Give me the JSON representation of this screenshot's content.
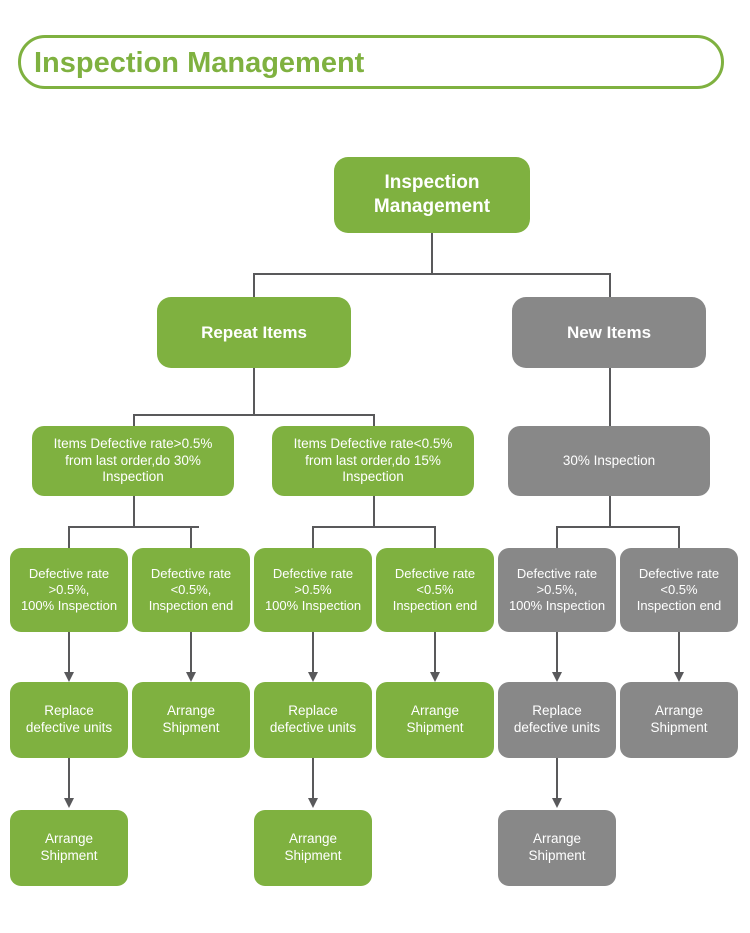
{
  "header": {
    "title": "Inspection Management"
  },
  "colors": {
    "green": "#7fb140",
    "gray": "#888888",
    "connector": "#59595b",
    "header_text": "#7fb140",
    "node_text": "#ffffff",
    "background": "#ffffff"
  },
  "chart_data": {
    "type": "diagram",
    "diagram_type": "tree-flowchart",
    "title": "Inspection Management",
    "levels": 6,
    "branch_colors": {
      "repeat_items": "green",
      "new_items": "gray"
    }
  },
  "nodes": {
    "root": "Inspection Management",
    "repeat_items": "Repeat Items",
    "new_items": "New Items",
    "repeat_high": "Items Defective rate>0.5%\nfrom last order,do 30%\nInspection",
    "repeat_low": "Items Defective rate<0.5%\nfrom last order,do 15%\nInspection",
    "new_inspection": "30% Inspection",
    "r1_high": "Defective rate\n>0.5%,\n100% Inspection",
    "r1_low": "Defective rate\n<0.5%,\nInspection end",
    "r2_high": "Defective rate\n>0.5%\n100% Inspection",
    "r2_low": "Defective rate\n<0.5%\nInspection end",
    "r3_high": "Defective rate\n>0.5%,\n100% Inspection",
    "r3_low": "Defective rate\n<0.5%\nInspection end",
    "replace_1": "Replace\ndefective units",
    "arrange_1": "Arrange\nShipment",
    "replace_2": "Replace\ndefective units",
    "arrange_2": "Arrange\nShipment",
    "replace_3": "Replace\ndefective units",
    "arrange_3": "Arrange\nShipment",
    "final_1": "Arrange\nShipment",
    "final_2": "Arrange\nShipment",
    "final_3": "Arrange\nShipment"
  }
}
